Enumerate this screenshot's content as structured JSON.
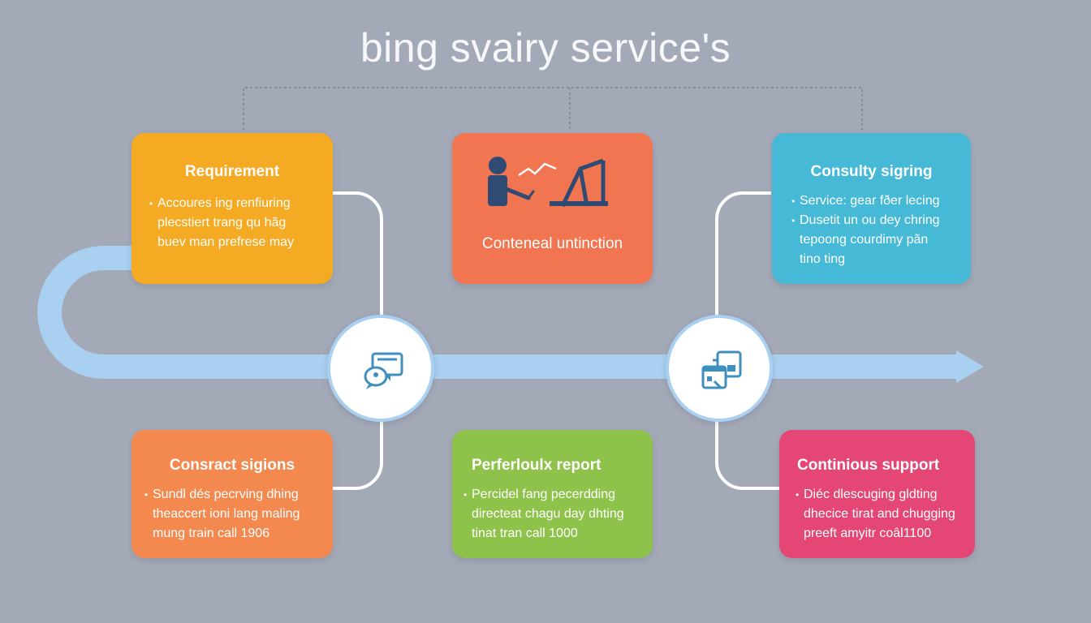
{
  "title": "bing svairy service's",
  "colors": {
    "background": "#a4a9b7",
    "flow": "#a9d0f0",
    "requirement": "#f5aa23",
    "center_top": "#f07550",
    "consulty": "#45b9d6",
    "contract": "#f4894f",
    "report": "#8fc24a",
    "support": "#e44676",
    "icon_blue": "#3f8fbf"
  },
  "cards": {
    "requirement": {
      "title": "Requirement",
      "lines": [
        "Accoures ing renfiuring",
        "plecstiert trang qu hãg",
        "buev man prefrese may"
      ]
    },
    "center_top": {
      "caption": "Conteneal untinction",
      "icon": "presenter-chart-icon"
    },
    "consulty": {
      "title": "Consulty sigring",
      "lines": [
        "Service: gear fðer lecing",
        "Dusetit un ou dey chring",
        "tepoong courdimy pãn",
        "tino ting"
      ]
    },
    "contract": {
      "title": "Consract sigions",
      "lines": [
        "Sundl dés pecrving dhing",
        "theaccert ioni lang maling",
        "mung train call 1906"
      ]
    },
    "report": {
      "title": "Perferloulx report",
      "lines": [
        "Percidel fang pecerdding",
        "directeat chagu day dhting",
        "tinat tran call 1000"
      ]
    },
    "support": {
      "title": "Continious support",
      "lines": [
        "Diéc dlescuging gldting",
        "dhecice tirat and chugging",
        "preeft amyitr coâl1100"
      ]
    }
  },
  "hubs": {
    "left": {
      "icon": "chat-messages-icon"
    },
    "right": {
      "icon": "documents-icon"
    }
  }
}
